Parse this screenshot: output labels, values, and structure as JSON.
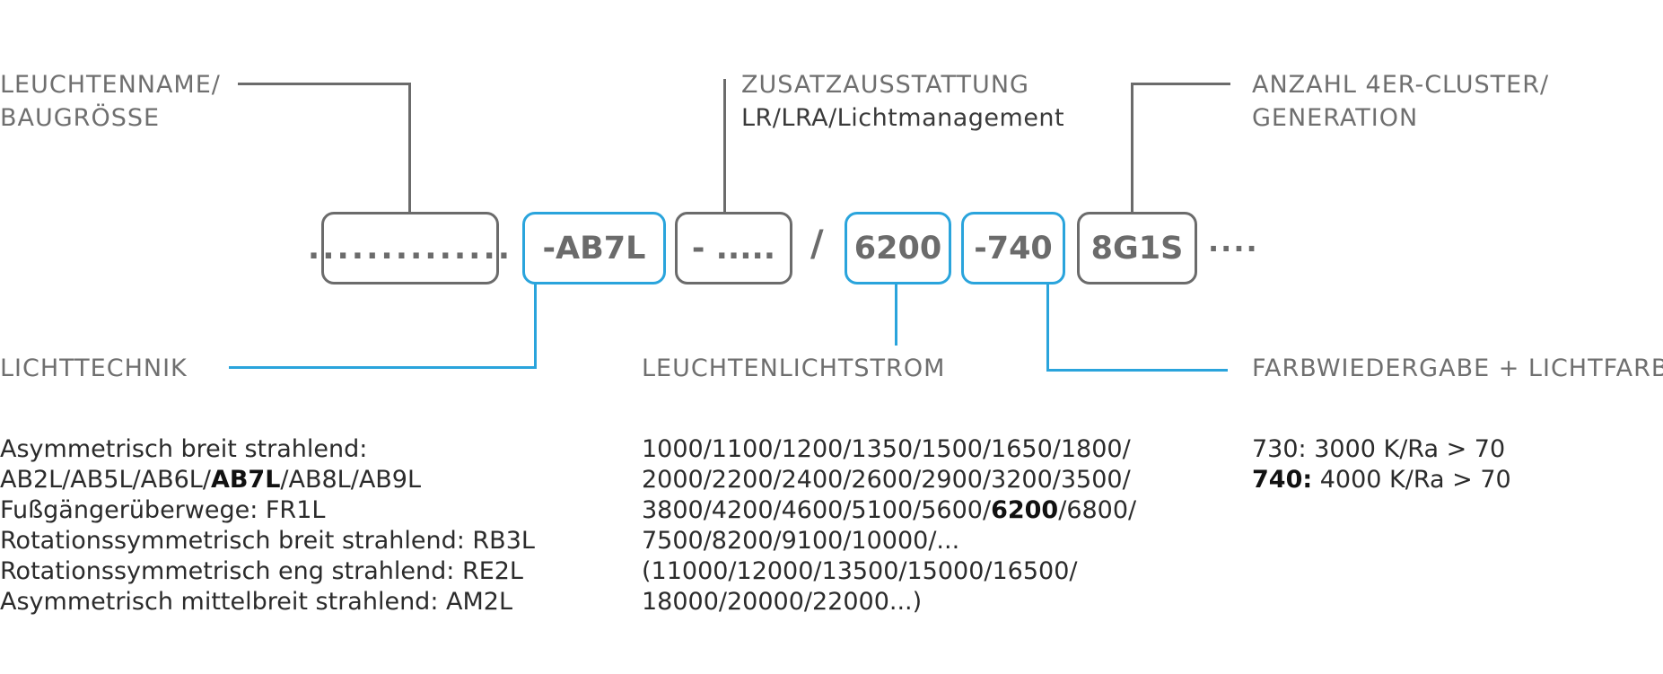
{
  "top_labels": {
    "name_l1": "LEUCHTENNAME/",
    "name_l2": "BAUGRÖSSE",
    "extra_l1": "ZUSATZAUSSTATTUNG",
    "extra_l2": "LR/LRA/Lichtmanagement",
    "cluster_l1": "ANZAHL 4ER-CLUSTER/",
    "cluster_l2": "GENERATION"
  },
  "code": {
    "name": "..............",
    "optic": "-AB7L",
    "extra": "- .....",
    "slash": "/",
    "flux": "6200",
    "color": "-740",
    "cluster": "8G1S",
    "more": "...."
  },
  "bottom_labels": {
    "optic": "LICHTTECHNIK",
    "flux": "LEUCHTENLICHTSTROM",
    "color": "FARBWIEDERGABE + LICHTFARBE"
  },
  "optic_list": {
    "l1": "Asymmetrisch breit strahlend:",
    "l2_a": "AB2L/AB5L/AB6L/",
    "l2_b": "AB7L",
    "l2_c": "/AB8L/AB9L",
    "l3": "Fußgängerüberwege: FR1L",
    "l4": "Rotationssymmetrisch breit strahlend: RB3L",
    "l5": "Rotationssymmetrisch eng strahlend: RE2L",
    "l6": "Asymmetrisch mittelbreit strahlend: AM2L"
  },
  "flux_list": {
    "l1": "1000/1100/1200/1350/1500/1650/1800/",
    "l2": "2000/2200/2400/2600/2900/3200/3500/",
    "l3_a": "3800/4200/4600/5100/5600/",
    "l3_b": "6200",
    "l3_c": "/6800/",
    "l4": "7500/8200/9100/10000/...",
    "l5": "(11000/12000/13500/15000/16500/",
    "l6": "18000/20000/22000...)"
  },
  "color_list": {
    "l1": "730: 3000 K/Ra > 70",
    "l2_a": "740:",
    "l2_b": " 4000 K/Ra > 70"
  },
  "colors": {
    "gray": "#6b6b6b",
    "blue": "#2aa4dc"
  }
}
